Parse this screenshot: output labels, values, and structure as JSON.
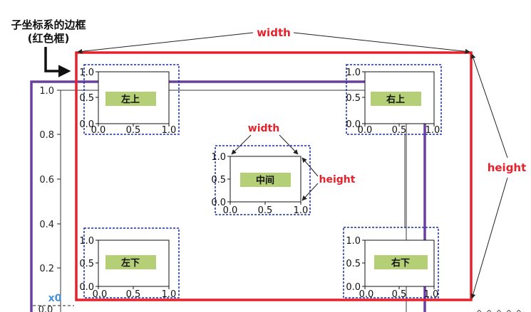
{
  "caption": {
    "line1": "子坐标系的边框",
    "line2": "(红色框)"
  },
  "outer_labels": {
    "width": "width",
    "height": "height",
    "x0": "x0",
    "footer_partial": "^ ^ ^ ^ ^"
  },
  "inner_labels": {
    "width": "width",
    "height": "height"
  },
  "parent_axis": {
    "yticks": [
      "1.0",
      "0.8",
      "0.6",
      "0.4",
      "0.2",
      "0.0"
    ]
  },
  "subplots": {
    "top_left": {
      "label": "左上",
      "xticks": [
        "0.0",
        "0.5",
        "1.0"
      ],
      "yticks": [
        "1.0",
        "0.5",
        "0.0"
      ]
    },
    "top_right": {
      "label": "右上",
      "xticks": [
        "0.0",
        "0.5",
        "1.0"
      ],
      "yticks": [
        "1.0",
        "0.5",
        "0.0"
      ]
    },
    "center": {
      "label": "中间",
      "xticks": [
        "0.0",
        "0.5",
        "1.0"
      ],
      "yticks": [
        "1.0",
        "0.5",
        "0.0"
      ]
    },
    "bottom_left": {
      "label": "左下",
      "xticks": [
        "0.0",
        "0.5",
        "1.0"
      ],
      "yticks": [
        "1.0",
        "0.5",
        "0.0"
      ]
    },
    "bottom_right": {
      "label": "右下",
      "xticks": [
        "0.0",
        "0.5",
        "1.0"
      ],
      "yticks": [
        "1.0",
        "0.5",
        "0.0"
      ]
    }
  },
  "colors": {
    "red_frame": "#e8202a",
    "purple_frame": "#6b3fa0",
    "dotted_frame": "#1a2fb0",
    "label_fill": "#b5cf76",
    "annotation_red": "#e8202a",
    "x0_blue": "#4a90d9"
  }
}
